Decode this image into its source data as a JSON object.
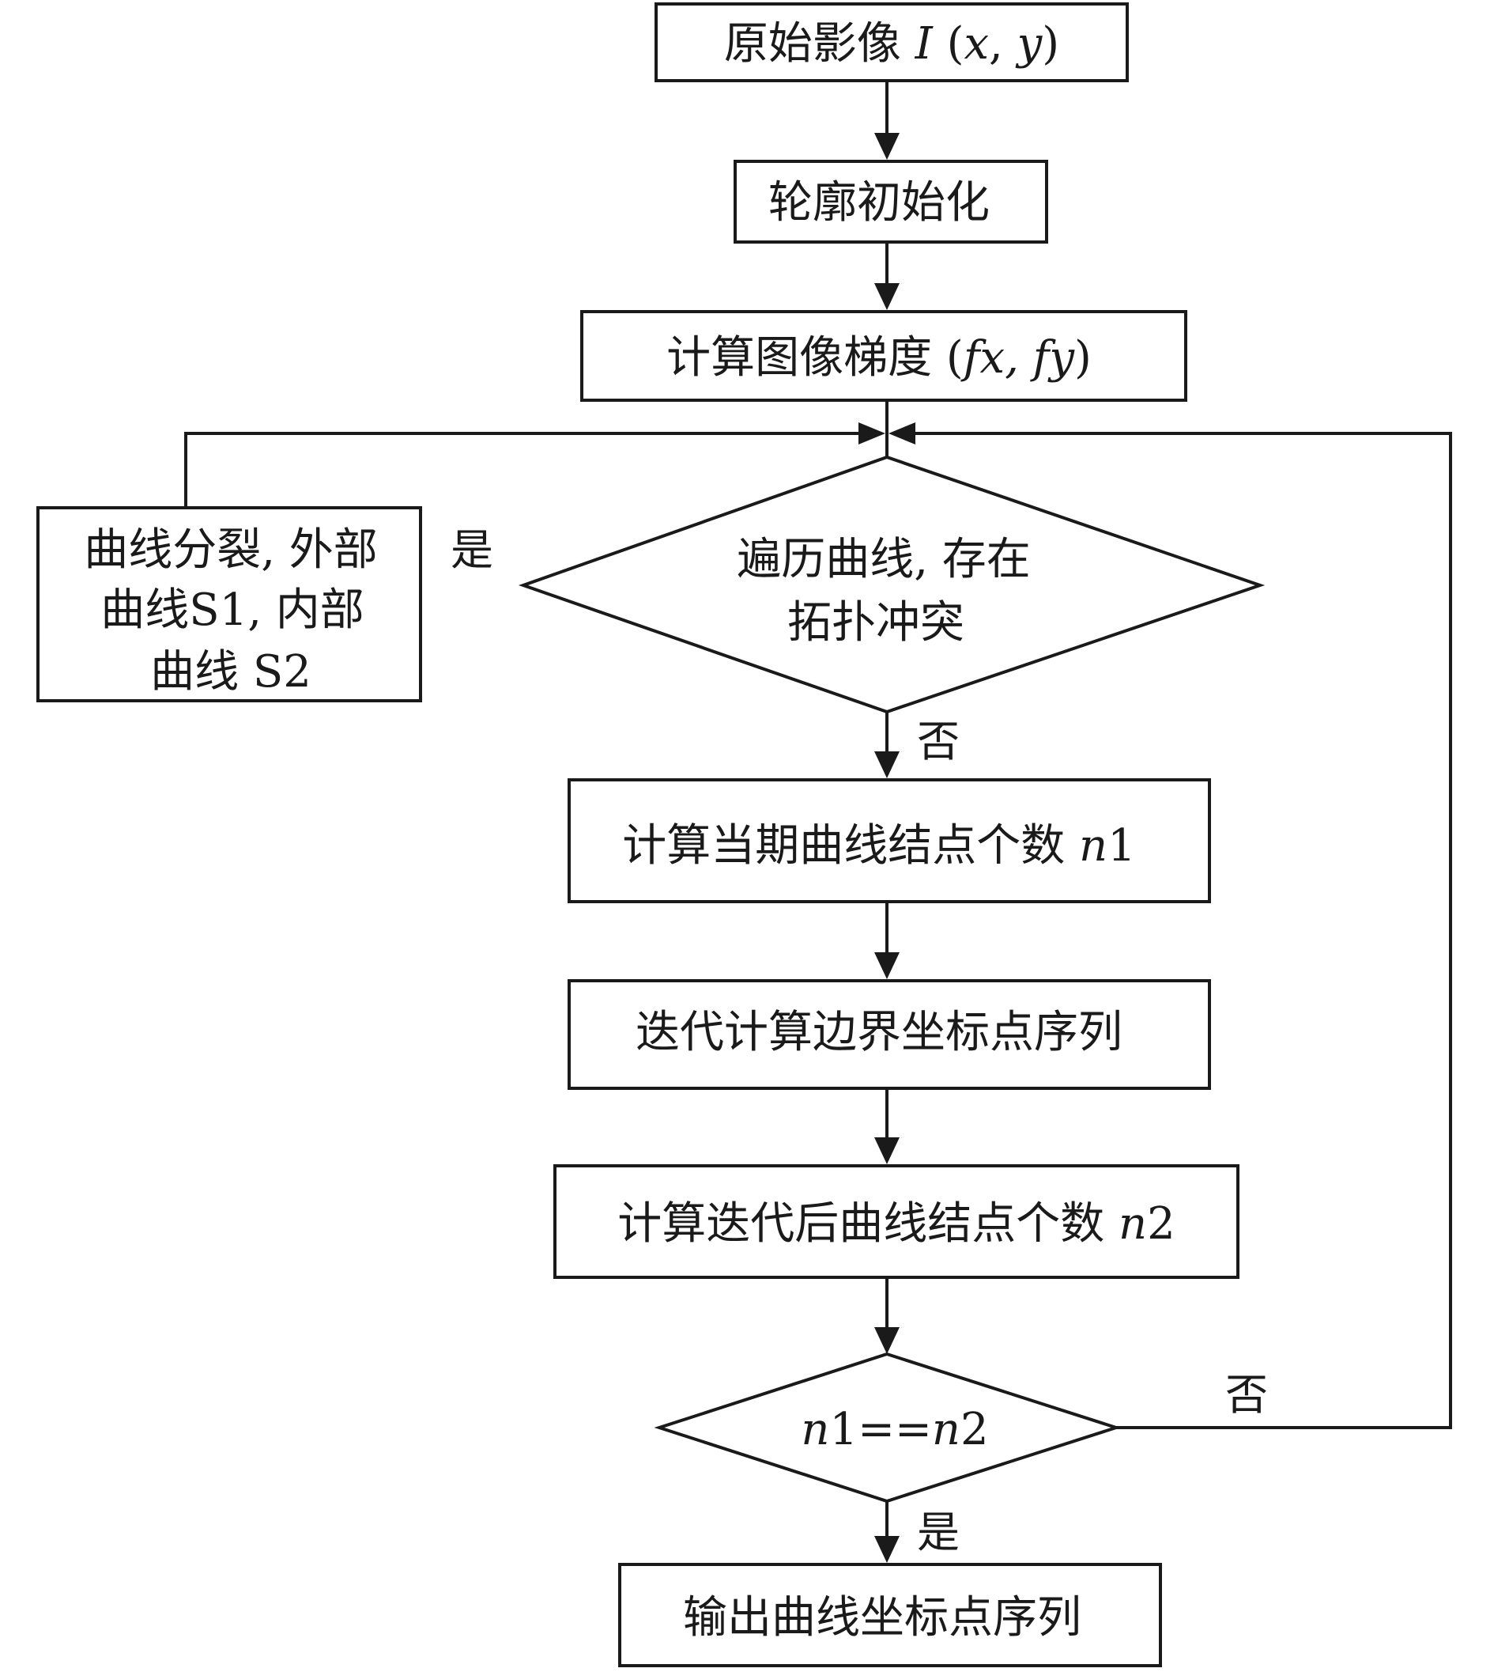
{
  "nodes": {
    "n1": {
      "pre": "原始影像 ",
      "var": "I",
      "post": " (",
      "var2": "x",
      "mid": ", ",
      "var3": "y",
      "end": ")"
    },
    "n2": {
      "text": "轮廓初始化"
    },
    "n3": {
      "pre": "计算图像梯度 (",
      "var": "f",
      "mid1": "x, ",
      "var2": "f",
      "mid2": "y",
      "end": ")"
    },
    "decision1": {
      "line1": "遍历曲线, 存在",
      "line2": "拓扑冲突"
    },
    "split": {
      "line1": "曲线分裂, 外部",
      "line2": "曲线S1, 内部",
      "line3": "曲线 S2"
    },
    "n4": {
      "pre": "计算当期曲线结点个数 ",
      "var": "n",
      "num": "1"
    },
    "n5": {
      "text": "迭代计算边界坐标点序列"
    },
    "n6": {
      "pre": "计算迭代后曲线结点个数 ",
      "var": "n",
      "num": "2"
    },
    "decision2": {
      "var1": "n",
      "mid": "1==",
      "var2": "n",
      "num": "2"
    },
    "n7": {
      "text": "输出曲线坐标点序列"
    }
  },
  "edge_labels": {
    "yes_top": "是",
    "no_mid": "否",
    "no_right": "否",
    "yes_bottom": "是"
  }
}
